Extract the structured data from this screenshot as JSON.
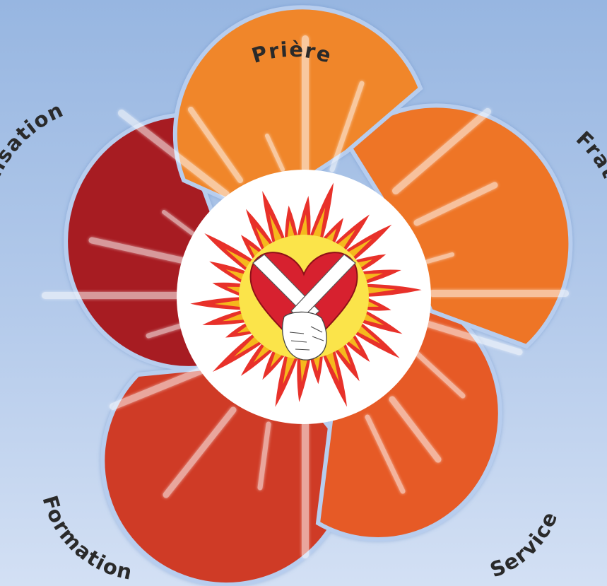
{
  "diagram": {
    "center_emblem": "heart-with-joined-hands-in-flames",
    "petals": [
      {
        "label": "Prière",
        "color": "#f0862c"
      },
      {
        "label": "Fraternité",
        "color": "#ee7428"
      },
      {
        "label": "Service",
        "color": "#e65a25"
      },
      {
        "label": "Formation",
        "color": "#cf3b25"
      },
      {
        "label": "Évangélisation",
        "color": "#a71c22"
      }
    ],
    "colors": {
      "center_fill": "#ffffff",
      "heart": "#d7212f",
      "flame_outer": "#e8312a",
      "flame_inner": "#f5b81d",
      "flame_core": "#fbe44a",
      "ray": "#ffffff",
      "text": "#2a2a2a"
    }
  }
}
